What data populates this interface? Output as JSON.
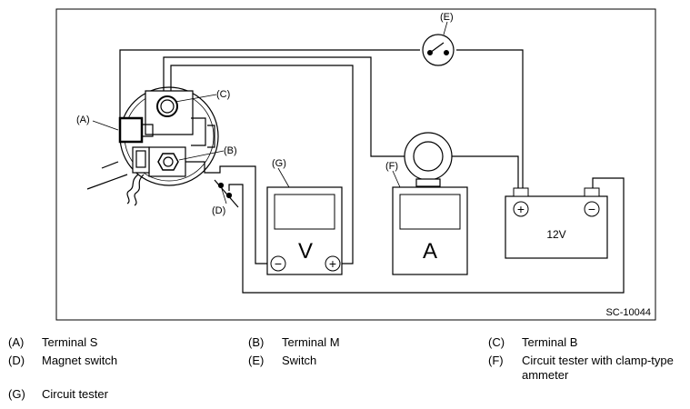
{
  "diagram": {
    "figure_id": "SC-10044",
    "callouts": {
      "A": "(A)",
      "B": "(B)",
      "C": "(C)",
      "D": "(D)",
      "E": "(E)",
      "F": "(F)",
      "G": "(G)"
    },
    "voltmeter_symbol": "V",
    "ammeter_symbol": "A",
    "battery_voltage": "12V",
    "plus_sign": "+",
    "minus_sign": "−"
  },
  "legend": [
    {
      "key": "(A)",
      "text": "Terminal S"
    },
    {
      "key": "(B)",
      "text": "Terminal M"
    },
    {
      "key": "(C)",
      "text": "Terminal B"
    },
    {
      "key": "(D)",
      "text": "Magnet switch"
    },
    {
      "key": "(E)",
      "text": "Switch"
    },
    {
      "key": "(F)",
      "text": "Circuit tester with clamp-type",
      "text2": "ammeter"
    },
    {
      "key": "(G)",
      "text": "Circuit tester"
    }
  ]
}
